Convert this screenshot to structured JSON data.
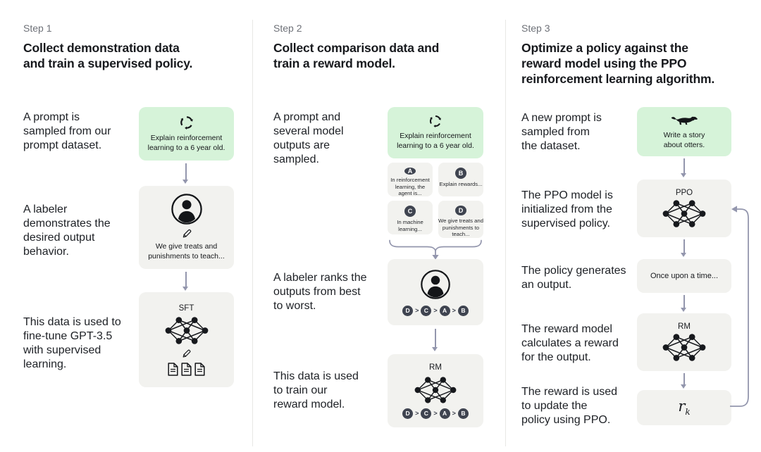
{
  "colors": {
    "green_box": "#d6f3d9",
    "gray_box": "#f2f2ef",
    "dark_circle": "#3f4450",
    "arrow": "#9396ad",
    "divider": "#e8e8e5",
    "muted_text": "#6e7178",
    "text": "#1b1e22"
  },
  "icons": {
    "prompt_sample": "refresh-cycle-icon",
    "labeler": "person-in-circle-icon",
    "edit": "pencil-icon",
    "model": "neural-network-icon",
    "data": "documents-icon",
    "otter": "otter-icon"
  },
  "columns": [
    {
      "step_label": "Step 1",
      "heading": "Collect demonstration data\nand train a supervised policy.",
      "captions": [
        "A prompt is\nsampled from our\nprompt dataset.",
        "A labeler\ndemonstrates the\ndesired output\nbehavior.",
        "This data is used to\nfine-tune GPT-3.5\nwith supervised\nlearning."
      ],
      "prompt_box": {
        "label": "Explain reinforcement\nlearning to a 6 year old."
      },
      "labeler_box": {
        "label": "We give treats and\npunishments to teach..."
      },
      "model_box": {
        "title": "SFT"
      }
    },
    {
      "step_label": "Step 2",
      "heading": "Collect comparison data and\ntrain a reward model.",
      "captions": [
        "A prompt and\nseveral model\noutputs are\nsampled.",
        "A labeler ranks the\noutputs from best\nto worst.",
        "This data is used\nto train our\nreward model."
      ],
      "prompt_box": {
        "label": "Explain reinforcement\nlearning to a 6 year old."
      },
      "output_cards": [
        {
          "letter": "A",
          "text": "In reinforcement\nlearning, the\nagent is..."
        },
        {
          "letter": "B",
          "text": "Explain rewards..."
        },
        {
          "letter": "C",
          "text": "In machine\nlearning..."
        },
        {
          "letter": "D",
          "text": "We give treats and\npunishments to\nteach..."
        }
      ],
      "ranking": {
        "order": [
          "D",
          "C",
          "A",
          "B"
        ],
        "separator": ">"
      },
      "model_box": {
        "title": "RM"
      }
    },
    {
      "step_label": "Step 3",
      "heading": "Optimize a policy against the\nreward model using the PPO\nreinforcement learning algorithm.",
      "captions": [
        "A new prompt is\nsampled from\nthe dataset.",
        "The PPO model is\ninitialized from the\nsupervised policy.",
        "The policy generates\nan output.",
        "The reward model\ncalculates a reward\nfor the output.",
        "The reward is used\nto update the\npolicy using PPO."
      ],
      "prompt_box": {
        "label": "Write a story\nabout otters."
      },
      "ppo_box": {
        "title": "PPO"
      },
      "output_box": {
        "label": "Once upon a time..."
      },
      "rm_box": {
        "title": "RM"
      },
      "reward_box": {
        "label_base": "r",
        "label_sub": "k"
      }
    }
  ]
}
